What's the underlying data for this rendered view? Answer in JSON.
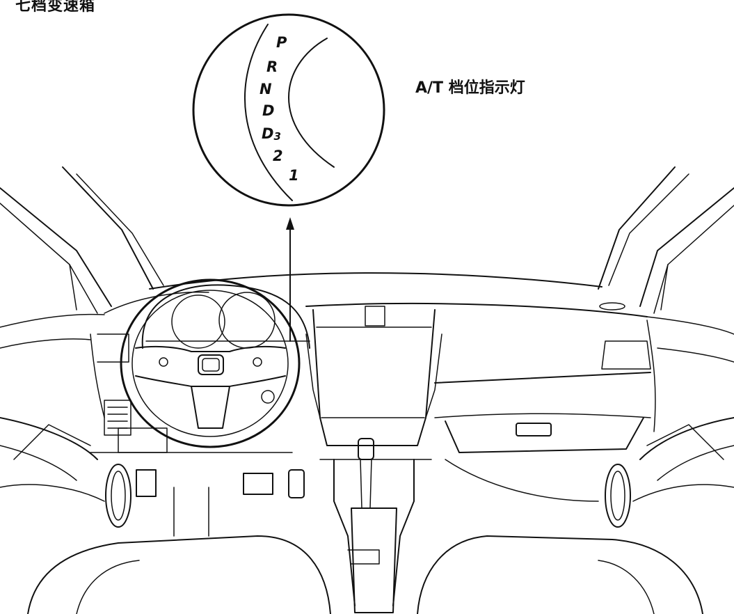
{
  "title": "七档变速箱",
  "indicator_label": "A/T 档位指示灯",
  "gear_positions": [
    {
      "label": "P",
      "sub": ""
    },
    {
      "label": "R",
      "sub": ""
    },
    {
      "label": "N",
      "sub": ""
    },
    {
      "label": "D",
      "sub": ""
    },
    {
      "label": "D",
      "sub": "3"
    },
    {
      "label": "2",
      "sub": ""
    },
    {
      "label": "1",
      "sub": ""
    }
  ]
}
